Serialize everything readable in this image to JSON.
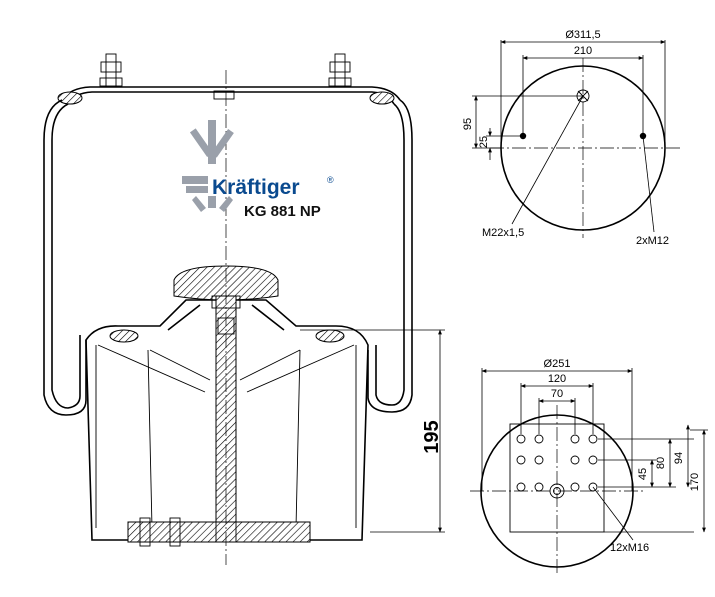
{
  "logo": {
    "brand_name": "Kräftiger",
    "registered_mark": "®",
    "brand_color": "#0a4a8f",
    "arrow_color": "#9aa0aa"
  },
  "model_label": "KG 881 NP",
  "side_view": {
    "height_dimension": "195"
  },
  "top_plate_view": {
    "outer_diameter": "Ø311,5",
    "bolt_spacing": "210",
    "offset_95": "95",
    "offset_25": "25",
    "center_thread": "M22x1,5",
    "studs": "2xM12"
  },
  "piston_bottom_view": {
    "outer_diameter": "Ø251",
    "spacing_120": "120",
    "spacing_70": "70",
    "dim_45": "45",
    "dim_80": "80",
    "dim_94": "94",
    "dim_170": "170",
    "holes": "12xM16"
  }
}
